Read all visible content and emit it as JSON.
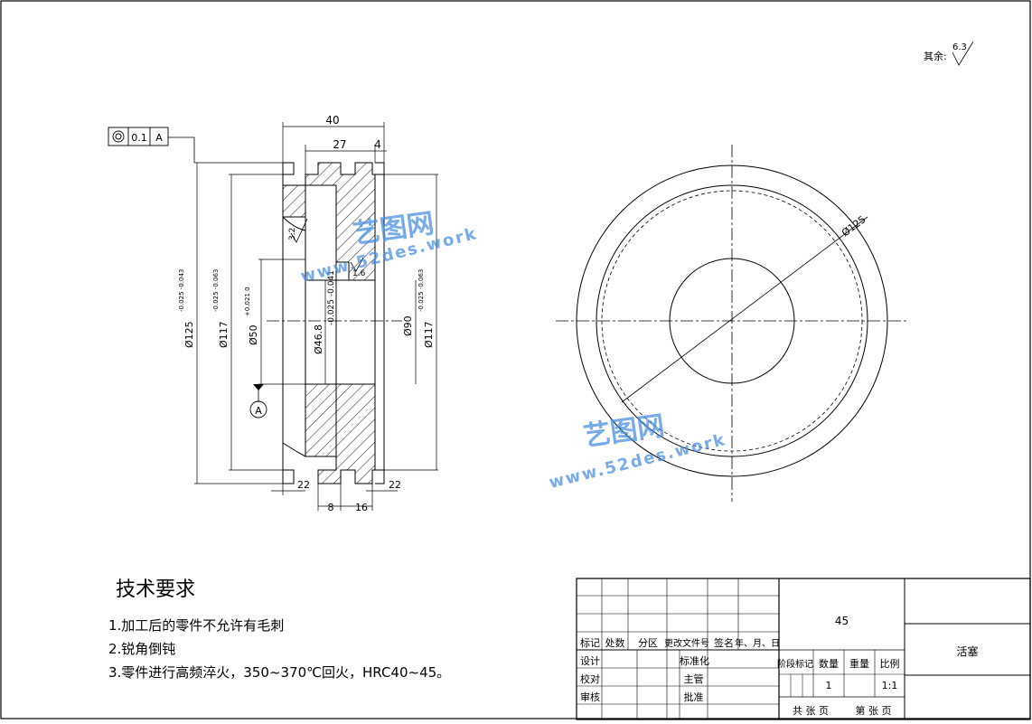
{
  "roughness_note": {
    "label": "其余:",
    "value": "6.3"
  },
  "tolerance_frame": {
    "value": "0.1",
    "datum": "A"
  },
  "datum_label": "A",
  "section_dims": {
    "width_total": "40",
    "width_inner": "27",
    "groove_width": "4",
    "d_outer": "Ø125",
    "d_outer_tol": "-0.025 -0.043",
    "d_117_left": "Ø117",
    "d_117_left_tol": "-0.025 -0.063",
    "d_50": "Ø50",
    "d_50_tol": "+0.021 0",
    "d_46": "Ø46.8",
    "d_46_tol": "-0.025 -0.041",
    "d_90": "Ø90",
    "d_117_right": "Ø117",
    "d_117_right_tol": "-0.025 -0.063",
    "roughness_a": "3.2",
    "roughness_b": "1.6",
    "bottom_left_22": "22",
    "bottom_right_22": "22",
    "bottom_8": "8",
    "bottom_16": "16"
  },
  "front_view": {
    "diameter_label": "Ø125"
  },
  "watermark": {
    "brand": "艺图网",
    "url": "www.52des.work"
  },
  "tech_requirements": {
    "title": "技术要求",
    "items": [
      "1.加工后的零件不允许有毛刺",
      "2.锐角倒钝",
      "3.零件进行高频淬火，350~370℃回火，HRC40~45。"
    ]
  },
  "title_block": {
    "header_row": [
      "标记",
      "处数",
      "分区",
      "更改文件号",
      "签名",
      "年、月、日"
    ],
    "row_design": [
      "设计",
      "标准化"
    ],
    "row_check": [
      "校对",
      "主管"
    ],
    "row_review": [
      "审核",
      "批准"
    ],
    "material": "45",
    "part_name": "活塞",
    "stage_label": "阶段标记",
    "qty_label": "数量",
    "weight_label": "重量",
    "scale_label": "比例",
    "qty_value": "1",
    "scale_value": "1:1",
    "sheets_total": "共 张 页",
    "sheet_no": "第 张 页"
  }
}
